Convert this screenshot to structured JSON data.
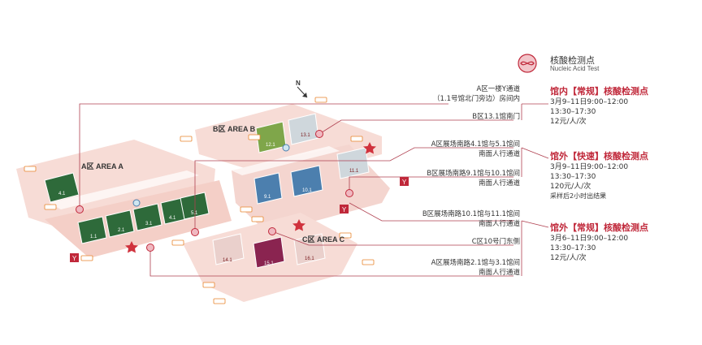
{
  "legend": {
    "title": "核酸检测点",
    "subtitle": "Nucleic Acid Test"
  },
  "areas": {
    "a": "A区 AREA A",
    "b": "B区 AREA B",
    "c": "C区 AREA C"
  },
  "compass": "N",
  "halls": {
    "h4_1_a": "4.1",
    "h1_1": "1.1",
    "h2_1": "2.1",
    "h3_1": "3.1",
    "h4_1_b": "4.1",
    "h5_1": "5.1",
    "h12_1": "12.1",
    "h13_1": "13.1",
    "h9_1": "9.1",
    "h10_1": "10.1",
    "h11_1": "11.1",
    "h14_1": "14.1",
    "h15_1": "15.1",
    "h16_1": "16.1"
  },
  "labels": {
    "l1a": "A区一楼Y通道",
    "l1b": "（1.1号馆北门旁边）房间内",
    "l2": "B区13.1馆南门",
    "l3a": "A区展场南路4.1馆与5.1馆间",
    "l3b": "南面人行通道",
    "l4a": "B区展场南路9.1馆与10.1馆间",
    "l4b": "南面人行通道",
    "l5a": "B区展场南路10.1馆与11.1馆间",
    "l5b": "南面人行通道",
    "l6": "C区10号门东侧",
    "l7a": "A区展场南路2.1馆与3.1馆间",
    "l7b": "南面人行通道"
  },
  "blocks": {
    "b1": {
      "title": "馆内【常规】核酸检测点",
      "l1": "3月9–11日9:00–12:00",
      "l2": "13:30–17:30",
      "l3": "12元/人/次"
    },
    "b2": {
      "title": "馆外【快速】核酸检测点",
      "l1": "3月9–11日9:00–12:00",
      "l2": "13:30–17:30",
      "l3": "120元/人/次",
      "l4": "采样后2小时出结果"
    },
    "b3": {
      "title": "馆外【常规】核酸检测点",
      "l1": "3月6–11日9:00–12:00",
      "l2": "13:30–17:30",
      "l3": "12元/人/次"
    }
  },
  "colors": {
    "accent": "#c0283a",
    "green": "#3f7a3e",
    "blue": "#4c7fae",
    "magenta": "#9b2c53",
    "pink": "#f6d9d3",
    "orange": "#e8842b"
  }
}
